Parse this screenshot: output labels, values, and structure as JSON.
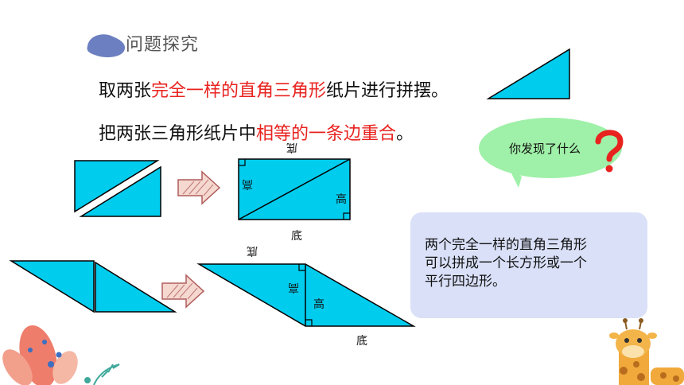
{
  "header": {
    "title": "问题探究"
  },
  "lines": {
    "line1": {
      "pre": "取两张",
      "highlight": "完全一样的直角三角形",
      "post": "纸片进行拼摆。"
    },
    "line2": {
      "pre": "把两张三角形纸片中",
      "highlight": "相等的一条边重合",
      "post": "。"
    }
  },
  "bubble": {
    "text": "你发现了什么"
  },
  "labels": {
    "rect_top": "底",
    "rect_left": "高",
    "rect_right": "高",
    "rect_bottom": "底",
    "para_top": "底",
    "para_left": "高",
    "para_right": "高",
    "para_bottom": "底"
  },
  "summary": {
    "line1": "两个完全一样的直角三角形",
    "line2": "可以拼成一个长方形或一个",
    "line3": "平行四边形。"
  },
  "colors": {
    "triangle_fill": "#00ccee",
    "highlight": "#e8231f",
    "bubble": "#9ff0a8",
    "summary_box": "#d9e0f7",
    "question_mark": "#e8231f"
  }
}
